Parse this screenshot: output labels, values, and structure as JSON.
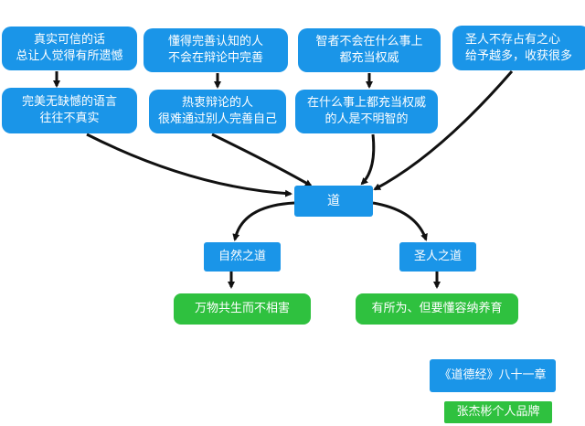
{
  "nodes": {
    "top1": "真实可信的话\n总让人觉得有所遗憾",
    "top2": "懂得完善认知的人\n不会在辩论中完善",
    "top3": "智者不会在什么事上\n都充当权威",
    "top4": "圣人不存占有之心\n给予越多，收获很多",
    "mid1": "完美无缺憾的语言\n往往不真实",
    "mid2": "热衷辩论的人\n很难通过别人完善自己",
    "mid3": "在什么事上都充当权威\n的人是不明智的",
    "center": "道",
    "left_way": "自然之道",
    "right_way": "圣人之道",
    "left_leaf": "万物共生而不相害",
    "right_leaf": "有所为、但要懂容纳养育"
  },
  "footer": {
    "source": "《道德经》八十一章",
    "brand": "张杰彬个人品牌"
  },
  "colors": {
    "node_blue": "#1a95e8",
    "node_green": "#2fc13f",
    "arrow": "#111111"
  }
}
